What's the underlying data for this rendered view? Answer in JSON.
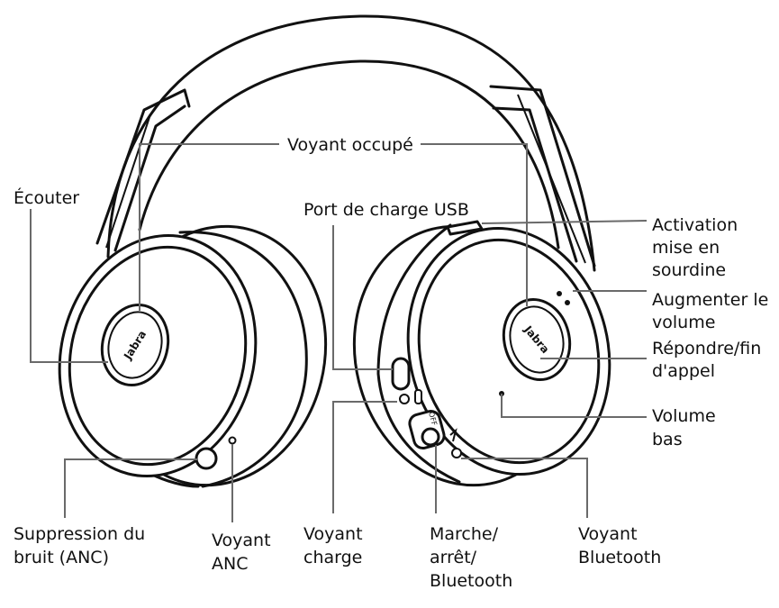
{
  "labels": {
    "busy_light": "Voyant occupé",
    "listen": "Écouter",
    "usb_port": "Port de charge USB",
    "mute_1": "Activation",
    "mute_2": "mise en",
    "mute_3": "sourdine",
    "vol_up_1": "Augmenter le",
    "vol_up_2": "volume",
    "answer_1": "Répondre/fin",
    "answer_2": "d'appel",
    "vol_down_1": "Volume",
    "vol_down_2": "bas",
    "anc_1": "Suppression du",
    "anc_2": "bruit (ANC)",
    "anc_led_1": "Voyant",
    "anc_led_2": "ANC",
    "charge_led_1": "Voyant",
    "charge_led_2": "charge",
    "power_1": "Marche/",
    "power_2": "arrêt/",
    "power_3": "Bluetooth",
    "bt_led_1": "Voyant",
    "bt_led_2": "Bluetooth"
  },
  "device": {
    "brand_left": "Jabra",
    "brand_right": "Jabra",
    "switch_off": "OFF"
  }
}
